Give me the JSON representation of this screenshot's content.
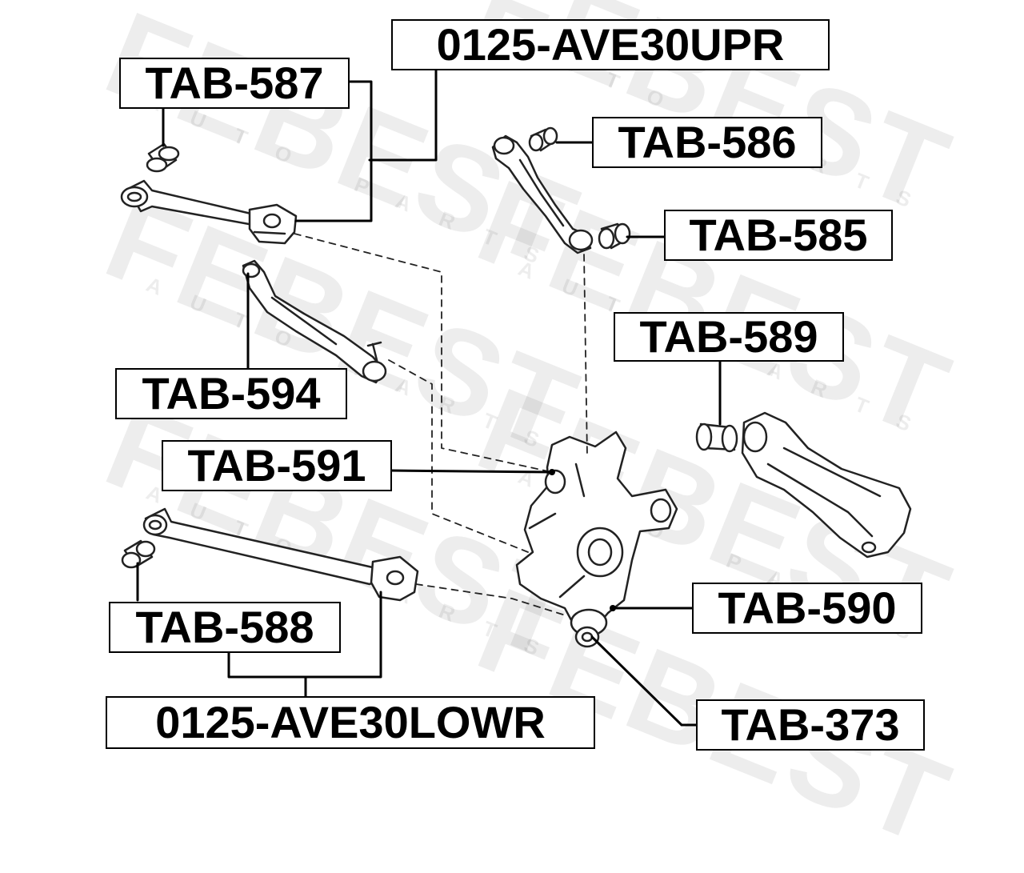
{
  "watermark": {
    "brand": "FEBEST",
    "sub": "AUTO PARTS"
  },
  "labels": {
    "tab587": "TAB-587",
    "upper_arm": "0125-AVE30UPR",
    "tab586": "TAB-586",
    "tab585": "TAB-585",
    "tab589": "TAB-589",
    "tab594": "TAB-594",
    "tab591": "TAB-591",
    "tab590": "TAB-590",
    "tab588": "TAB-588",
    "lower_arm": "0125-AVE30LOWR",
    "tab373": "TAB-373"
  },
  "colors": {
    "line": "#000000",
    "part": "#222222",
    "watermark": "#e8e8e8"
  }
}
